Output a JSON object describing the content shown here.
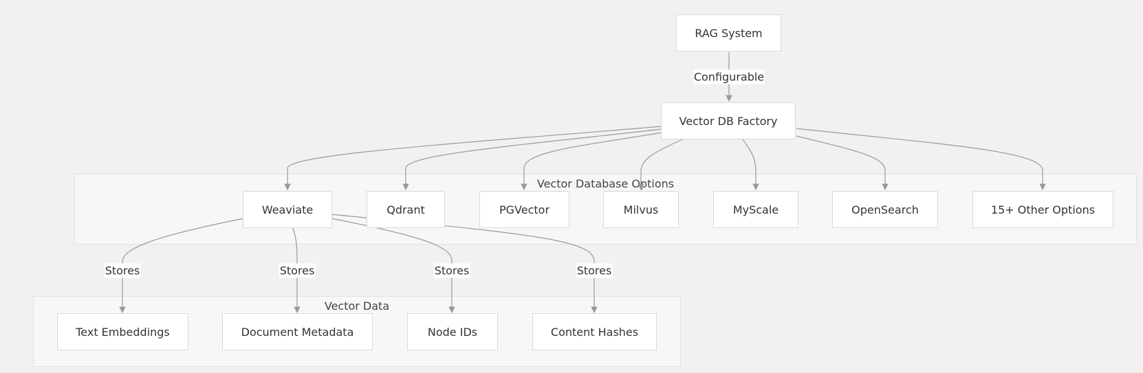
{
  "nodes": {
    "rag_system": "RAG System",
    "vector_db_factory": "Vector DB Factory",
    "weaviate": "Weaviate",
    "qdrant": "Qdrant",
    "pgvector": "PGVector",
    "milvus": "Milvus",
    "myscale": "MyScale",
    "opensearch": "OpenSearch",
    "other_options": "15+ Other Options",
    "text_embeddings": "Text Embeddings",
    "document_metadata": "Document Metadata",
    "node_ids": "Node IDs",
    "content_hashes": "Content Hashes"
  },
  "clusters": {
    "vector_db_options": "Vector Database Options",
    "vector_data": "Vector Data"
  },
  "edge_labels": {
    "configurable": "Configurable",
    "stores": "Stores"
  },
  "colors": {
    "background": "#f2f1ef",
    "node_fill": "#ffffff",
    "node_border": "#d8d8d8",
    "cluster_fill": "#f7f7f7",
    "edge": "#999999"
  }
}
